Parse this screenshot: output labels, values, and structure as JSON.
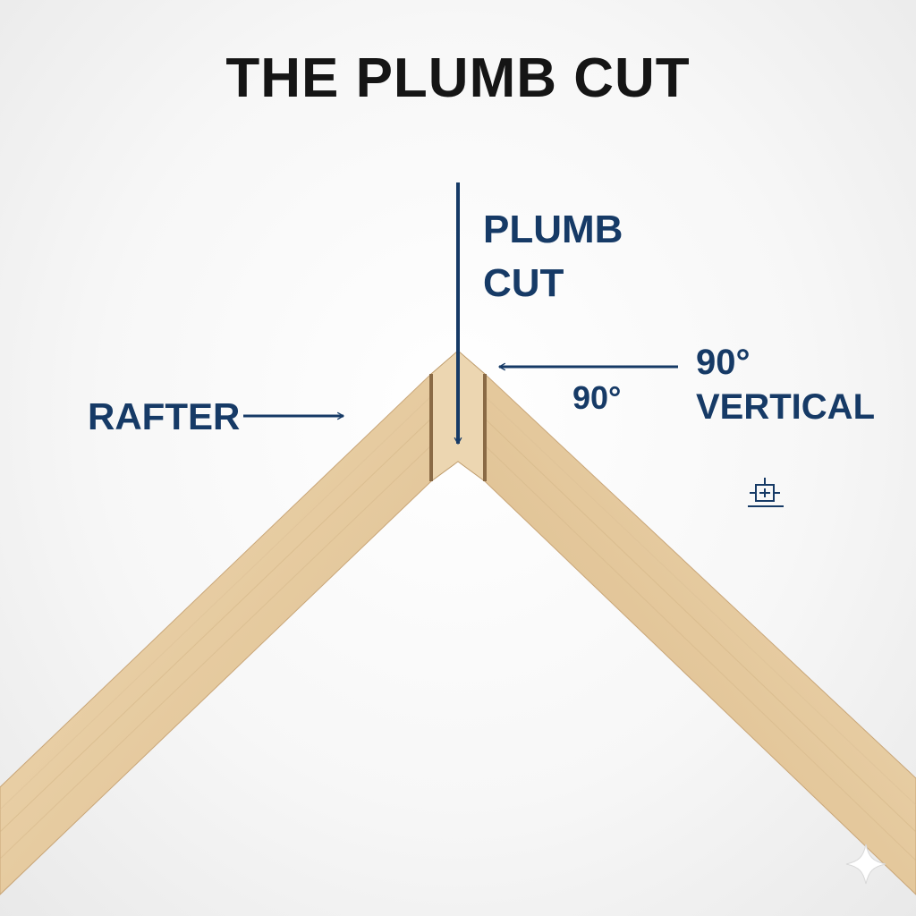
{
  "title": "THE PLUMB CUT",
  "labels": {
    "plumb_line1": "PLUMB",
    "plumb_line2": "CUT",
    "rafter": "RAFTER",
    "angle_right": "90°",
    "vertical": "VERTICAL",
    "angle_mid": "90°"
  },
  "colors": {
    "annotation": "#163a66",
    "wood_light": "#ead2aa",
    "wood_dark": "#c9a678",
    "title": "#151515"
  },
  "icons": {
    "level_icon": "level-icon",
    "watermark": "sparkle-icon"
  }
}
